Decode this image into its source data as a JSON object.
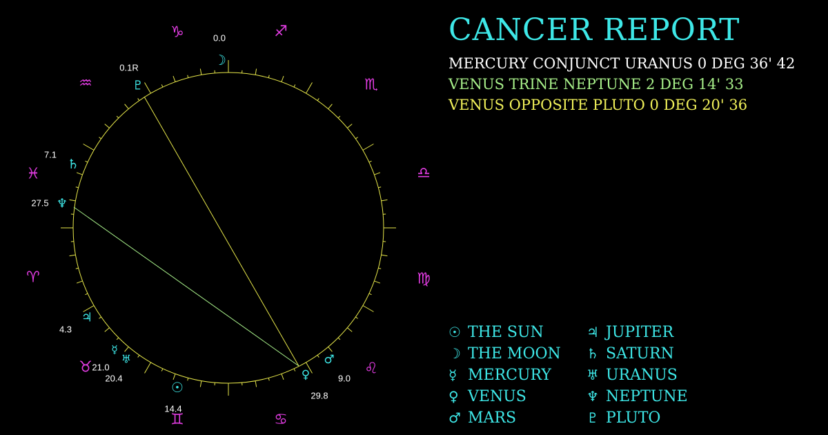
{
  "title": "CANCER REPORT",
  "aspects": [
    {
      "text": "MERCURY CONJUNCT URANUS 0 DEG 36' 42",
      "color": "#ffffff"
    },
    {
      "text": "VENUS TRINE NEPTUNE 2 DEG 14' 33",
      "color": "#a8f08a"
    },
    {
      "text": "VENUS OPPOSITE PLUTO 0 DEG 20' 36",
      "color": "#f2f25a"
    }
  ],
  "legend": [
    {
      "glyph": "☉",
      "icon": "sun-icon",
      "label": "THE SUN"
    },
    {
      "glyph": "☽",
      "icon": "moon-icon",
      "label": "THE MOON"
    },
    {
      "glyph": "☿",
      "icon": "mercury-icon",
      "label": "MERCURY"
    },
    {
      "glyph": "♀",
      "icon": "venus-icon",
      "label": "VENUS"
    },
    {
      "glyph": "♂",
      "icon": "mars-icon",
      "label": "MARS"
    },
    {
      "glyph": "♃",
      "icon": "jupiter-icon",
      "label": "JUPITER"
    },
    {
      "glyph": "♄",
      "icon": "saturn-icon",
      "label": "SATURN"
    },
    {
      "glyph": "♅",
      "icon": "uranus-icon",
      "label": "URANUS"
    },
    {
      "glyph": "♆",
      "icon": "neptune-icon",
      "label": "NEPTUNE"
    },
    {
      "glyph": "♇",
      "icon": "pluto-icon",
      "label": "PLUTO"
    }
  ],
  "zodiac": [
    {
      "sign": "capricorn",
      "glyph": "♑"
    },
    {
      "sign": "sagittarius",
      "glyph": "♐"
    },
    {
      "sign": "scorpio",
      "glyph": "♏"
    },
    {
      "sign": "libra",
      "glyph": "♎"
    },
    {
      "sign": "virgo",
      "glyph": "♍"
    },
    {
      "sign": "leo",
      "glyph": "♌"
    },
    {
      "sign": "cancer",
      "glyph": "♋"
    },
    {
      "sign": "gemini",
      "glyph": "♊"
    },
    {
      "sign": "taurus",
      "glyph": "♉"
    },
    {
      "sign": "aries",
      "glyph": "♈"
    },
    {
      "sign": "pisces",
      "glyph": "♓"
    },
    {
      "sign": "aquarius",
      "glyph": "♒"
    }
  ],
  "planets": [
    {
      "name": "moon",
      "glyph": "☽",
      "label": "0.0"
    },
    {
      "name": "pluto",
      "glyph": "♇",
      "label": "0.1R"
    },
    {
      "name": "saturn",
      "glyph": "♄",
      "label": "7.1"
    },
    {
      "name": "neptune",
      "glyph": "♆",
      "label": "27.5"
    },
    {
      "name": "jupiter",
      "glyph": "♃",
      "label": "4.3"
    },
    {
      "name": "mercury",
      "glyph": "☿",
      "label": "21.0"
    },
    {
      "name": "uranus",
      "glyph": "♅",
      "label": "20.4"
    },
    {
      "name": "sun",
      "glyph": "☉",
      "label": "14.4"
    },
    {
      "name": "venus",
      "glyph": "♀",
      "label": "29.8"
    },
    {
      "name": "mars",
      "glyph": "♂",
      "label": "9.0"
    }
  ],
  "aspect_lines": [
    {
      "from": "venus",
      "to": "pluto",
      "aspect": "opposite",
      "color": "#e8e84a"
    },
    {
      "from": "venus",
      "to": "neptune",
      "aspect": "trine",
      "color": "#a8f08a"
    }
  ],
  "colors": {
    "background": "#000000",
    "wheel": "#e8e84a",
    "planet": "#3ee8e8",
    "zodiac": "#e23ce2",
    "degree_label": "#ffffff"
  }
}
